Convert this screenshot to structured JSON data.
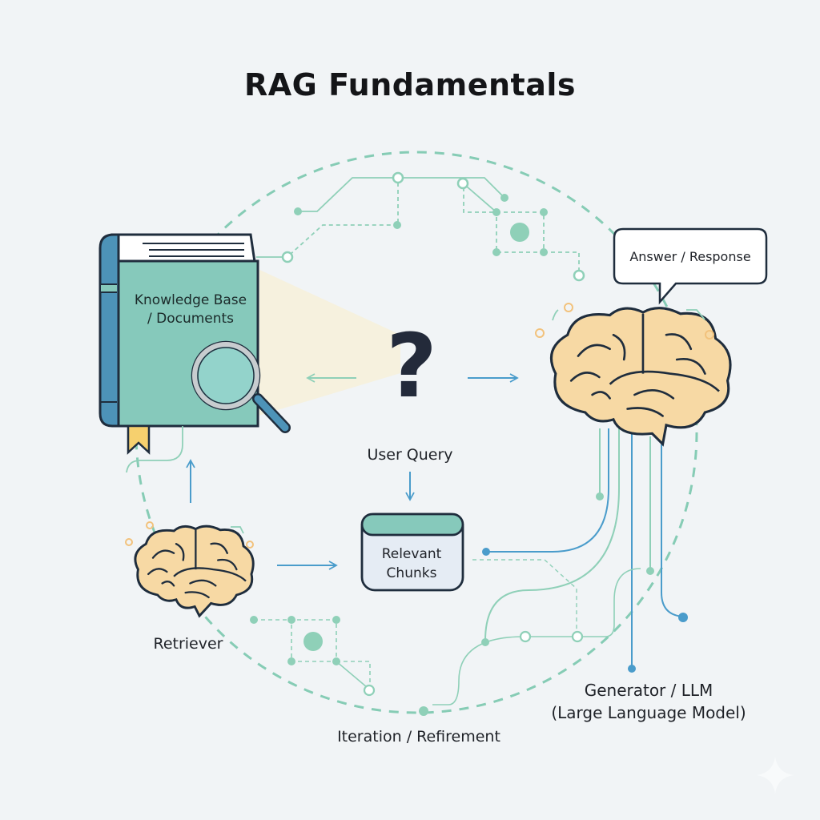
{
  "title": "RAG Fundamentals",
  "components": {
    "knowledge_base": {
      "label": "Knowledge Base / Documents",
      "line1": "Knowledge Base",
      "line2": "/ Documents",
      "icon": "book-icon",
      "overlay_icon": "magnifier-icon"
    },
    "user_query": {
      "label": "User Query",
      "icon": "question-mark-icon",
      "glyph": "?"
    },
    "relevant_chunks": {
      "label": "Relevant Chunks",
      "line1": "Relevant",
      "line2": "Chunks",
      "icon": "database-cylinder-icon"
    },
    "retriever": {
      "label": "Retriever",
      "icon": "brain-icon"
    },
    "generator": {
      "label": "Generator / LLM (Large Language Model)",
      "line1": "Generator / LLM",
      "line2": "(Large Language Model)",
      "icon": "brain-icon"
    },
    "answer": {
      "label": "Answer / Response",
      "icon": "speech-bubble-icon"
    },
    "iteration": {
      "label": "Iteration / Refirement"
    }
  },
  "flows": [
    {
      "from": "User Query",
      "to": "Knowledge Base / Documents",
      "direction": "left"
    },
    {
      "from": "User Query",
      "to": "Generator / LLM",
      "direction": "right"
    },
    {
      "from": "User Query",
      "to": "Relevant Chunks",
      "direction": "down"
    },
    {
      "from": "Retriever",
      "to": "Knowledge Base / Documents",
      "direction": "up"
    },
    {
      "from": "Retriever",
      "to": "Relevant Chunks",
      "direction": "right"
    },
    {
      "from": "Relevant Chunks",
      "to": "Generator / LLM",
      "direction": "connector"
    }
  ],
  "colors": {
    "background": "#f1f4f6",
    "teal": "#8ccfbd",
    "blue": "#4a9ccb",
    "book_cover": "#86c9bb",
    "book_spine": "#4d93b8",
    "brain_fill": "#f7d9a4",
    "outline": "#1f2d3d",
    "bookmark": "#f6d06e",
    "beam": "#f6f1dc",
    "orange_accent": "#f2c27c"
  },
  "watermark_icon": "sparkle-icon"
}
